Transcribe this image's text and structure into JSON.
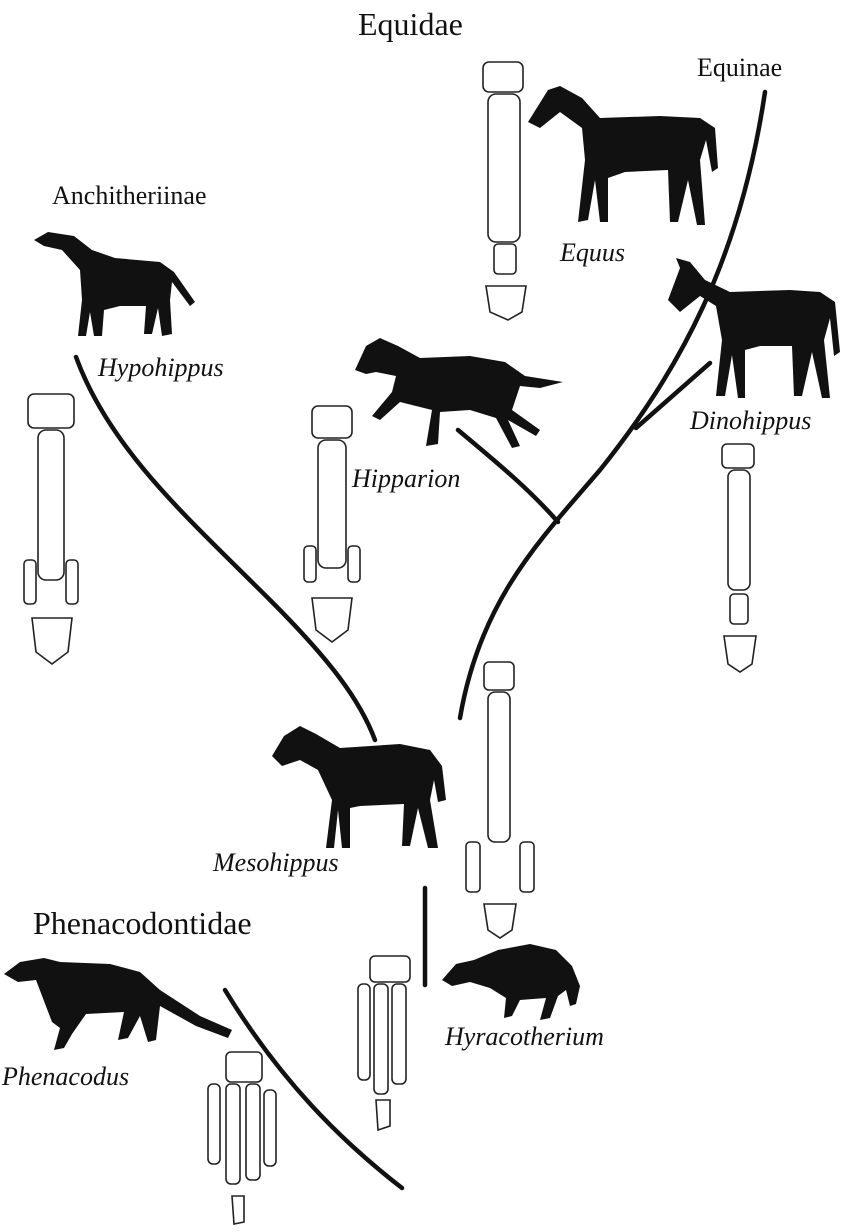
{
  "headings": {
    "equidae": "Equidae",
    "phenacodontidae": "Phenacodontidae"
  },
  "subfamilies": {
    "equinae": "Equinae",
    "anchitheriinae": "Anchitheriinae"
  },
  "genera": {
    "equus": "Equus",
    "dinohippus": "Dinohippus",
    "hypohippus": "Hypohippus",
    "hipparion": "Hipparion",
    "mesohippus": "Mesohippus",
    "hyracotherium": "Hyracotherium",
    "phenacodus": "Phenacodus"
  },
  "colors": {
    "ink": "#111111",
    "background": "#ffffff"
  },
  "icons": [
    "horse-silhouette",
    "foot-skeleton"
  ]
}
